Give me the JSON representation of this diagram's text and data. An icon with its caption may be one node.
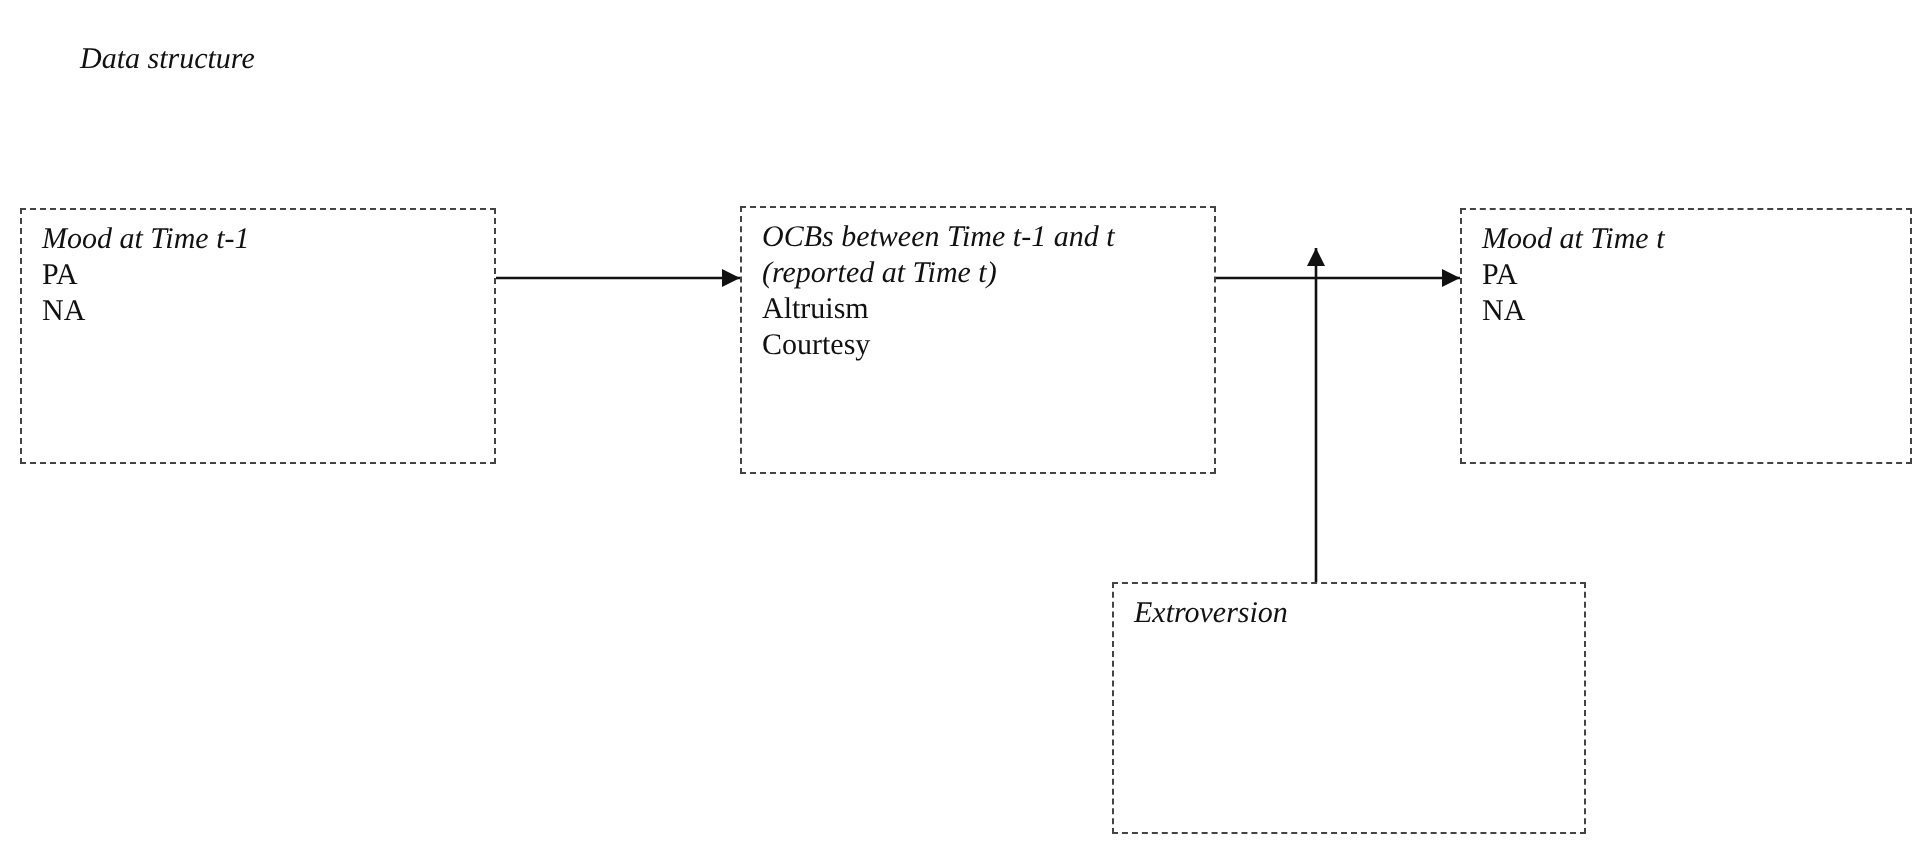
{
  "diagram": {
    "title": "Data structure",
    "nodes": [
      {
        "text": [
          "Mood at Time t-1",
          "PA",
          "NA"
        ]
      },
      {
        "text": [
          "OCBs between Time t-1 and t (reported at Time t)",
          "Altruism",
          "Courtesy"
        ]
      },
      {
        "text": [
          "Mood at Time t",
          "PA",
          "NA"
        ]
      },
      {
        "text": [
          "Extroversion"
        ]
      }
    ],
    "edges": [
      {
        "from": 0,
        "to": 1,
        "arrow": "to"
      },
      {
        "from": 1,
        "to": 2,
        "arrow": "to"
      },
      {
        "from": 3,
        "to": null,
        "arrow": "to"
      }
    ]
  }
}
